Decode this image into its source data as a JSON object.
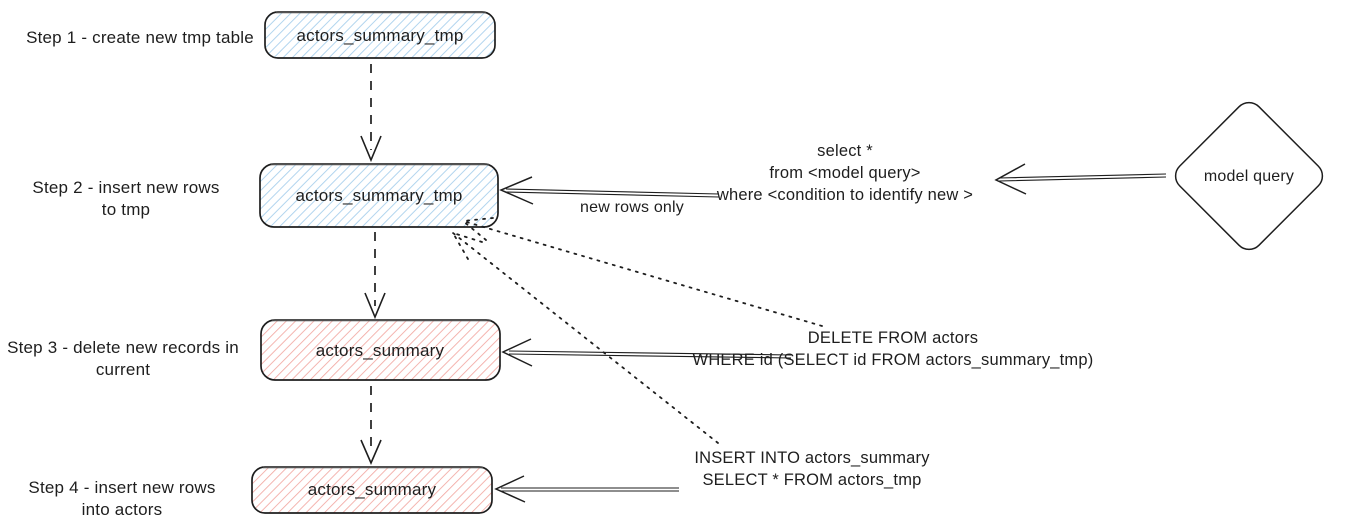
{
  "colors": {
    "ink": "#1e1e1e",
    "blue_hatch": "#aed3ee",
    "red_hatch": "#f2a8a2",
    "background": "#ffffff"
  },
  "steps": [
    {
      "label": "Step 1 - create new tmp table",
      "node": "actors_summary_tmp"
    },
    {
      "label": "Step 2 - insert new rows\nto tmp",
      "node": "actors_summary_tmp"
    },
    {
      "label": "Step 3 - delete new records in\ncurrent",
      "node": "actors_summary"
    },
    {
      "label": "Step 4 - insert new rows\ninto actors",
      "node": "actors_summary"
    }
  ],
  "labels": {
    "new_rows_only": "new rows only",
    "select_sql": "select *\nfrom <model query>\nwhere <condition to identify new >",
    "delete_sql": "DELETE FROM actors\nWHERE id (SELECT id FROM actors_summary_tmp)",
    "insert_sql": "INSERT INTO actors_summary\nSELECT * FROM actors_tmp",
    "model_query": "model query"
  }
}
